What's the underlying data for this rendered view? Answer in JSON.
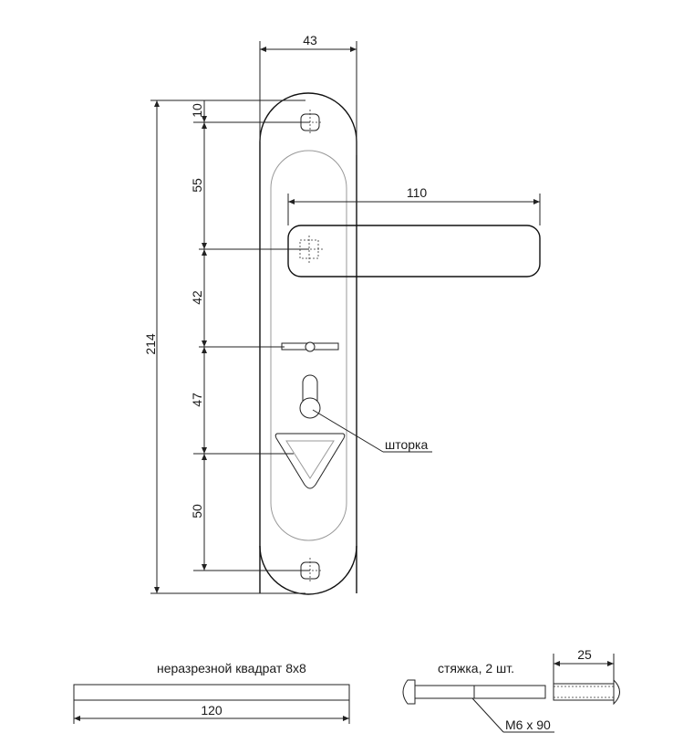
{
  "dimensions": {
    "width_top": "43",
    "handle_length": "110",
    "total_height": "214",
    "top_hole": "10",
    "to_handle": "55",
    "to_key": "42",
    "to_cylinder": "47",
    "to_bottom": "50",
    "spindle_length": "120",
    "bolt_tail": "25"
  },
  "labels": {
    "shutter": "шторка",
    "spindle": "неразрезной квадрат 8х8",
    "bolts": "стяжка, 2 шт.",
    "bolt_size": "М6 х 90"
  }
}
